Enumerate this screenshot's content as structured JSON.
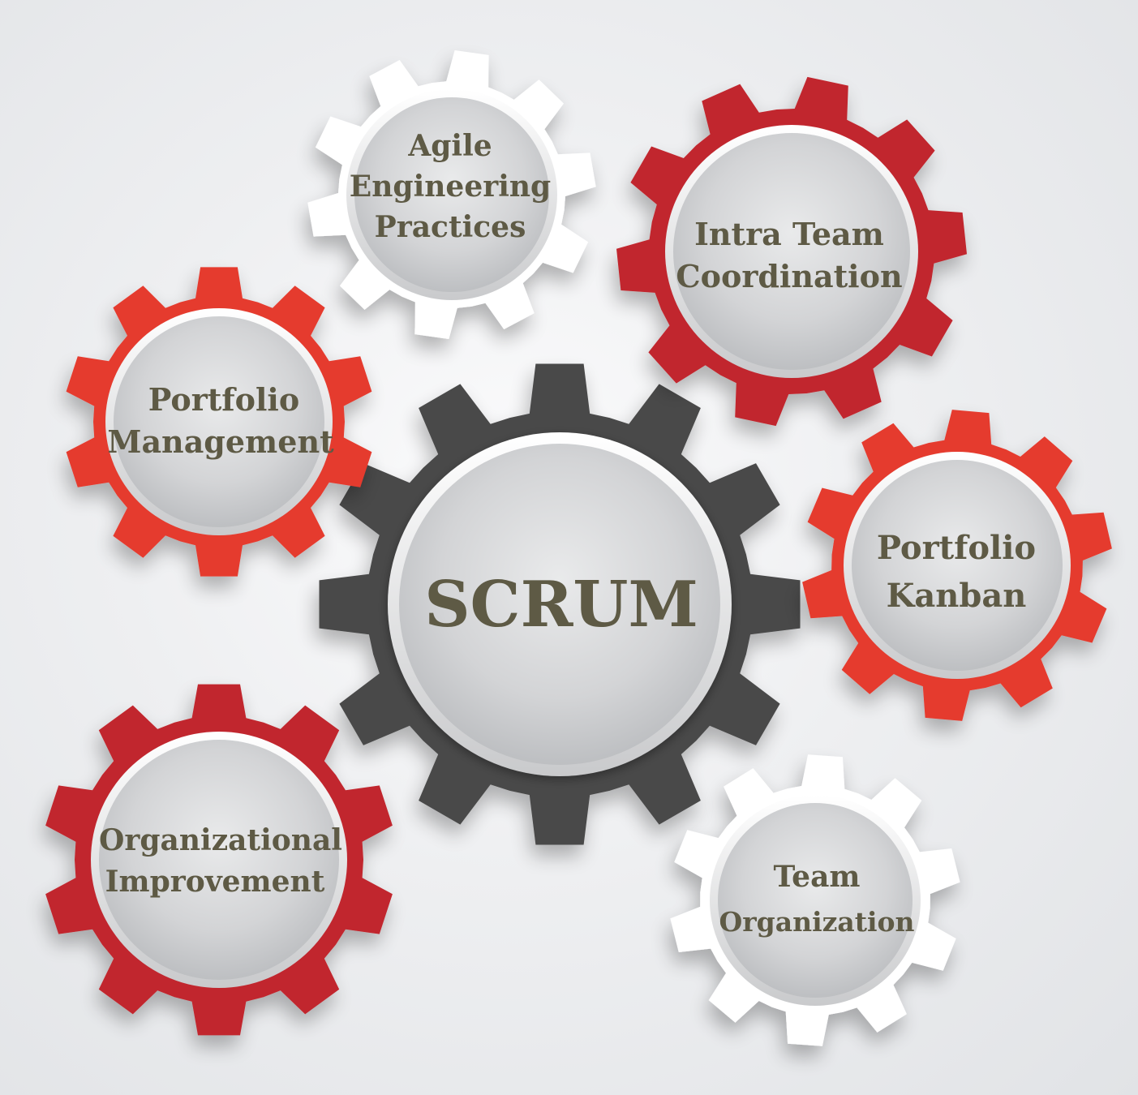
{
  "center_gear": {
    "label": "SCRUM",
    "color": "#4a4a4a"
  },
  "gears": [
    {
      "id": "agile-engineering-practices",
      "lines": [
        "Agile",
        "Engineering",
        "Practices"
      ],
      "color": "#ffffff"
    },
    {
      "id": "intra-team-coordination",
      "lines": [
        "Intra Team",
        "Coordination"
      ],
      "color": "#c1272d"
    },
    {
      "id": "portfolio-management",
      "lines": [
        "Portfolio",
        "Management"
      ],
      "color": "#e53a2f"
    },
    {
      "id": "portfolio-kanban",
      "lines": [
        "Portfolio",
        "Kanban"
      ],
      "color": "#e53a2f"
    },
    {
      "id": "organizational-improvement",
      "lines": [
        "Organizational",
        "Improvement"
      ],
      "color": "#c1272d"
    },
    {
      "id": "team-organization",
      "lines": [
        "Team",
        "Organization"
      ],
      "color": "#ffffff"
    }
  ],
  "colors": {
    "text": "#5e5a45",
    "disc": "#d7d8da"
  }
}
